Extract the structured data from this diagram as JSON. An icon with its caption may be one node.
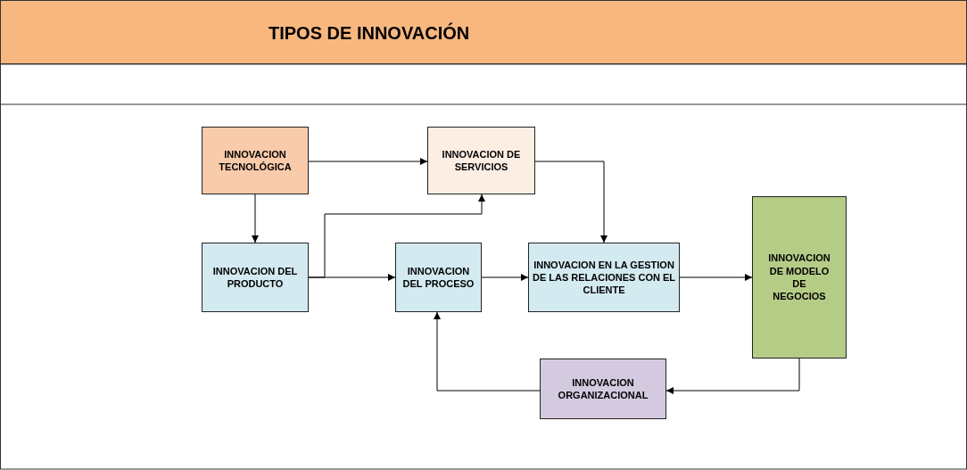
{
  "diagram": {
    "title": "TIPOS DE INNOVACIÓN",
    "nodes": [
      {
        "text": [
          "INNOVACION TECNOLÓGICA"
        ]
      },
      {
        "text": [
          "INNOVACION DE SERVICIOS"
        ]
      },
      {
        "text": [
          "INNOVACION DEL PRODUCTO"
        ]
      },
      {
        "text": [
          "INNOVACION DEL PROCESO"
        ]
      },
      {
        "text": [
          "INNOVACION EN LA GESTION DE LAS RELACIONES CON EL CLIENTE"
        ]
      },
      {
        "text": [
          "INNOVACION DE MODELO DE NEGOCIOS"
        ]
      },
      {
        "text": [
          "INNOVACION ORGANIZACIONAL"
        ]
      }
    ],
    "edges": [
      {
        "from": 0,
        "to": 1,
        "arrow": "to"
      },
      {
        "from": 0,
        "to": 2,
        "arrow": "to"
      },
      {
        "from": 2,
        "to": 1,
        "arrow": "to"
      },
      {
        "from": 2,
        "to": 3,
        "arrow": "to"
      },
      {
        "from": 1,
        "to": 4,
        "arrow": "to"
      },
      {
        "from": 3,
        "to": 4,
        "arrow": "to"
      },
      {
        "from": 4,
        "to": 5,
        "arrow": "to"
      },
      {
        "from": 5,
        "to": 6,
        "arrow": "to"
      },
      {
        "from": 6,
        "to": 3,
        "arrow": "to"
      }
    ]
  }
}
